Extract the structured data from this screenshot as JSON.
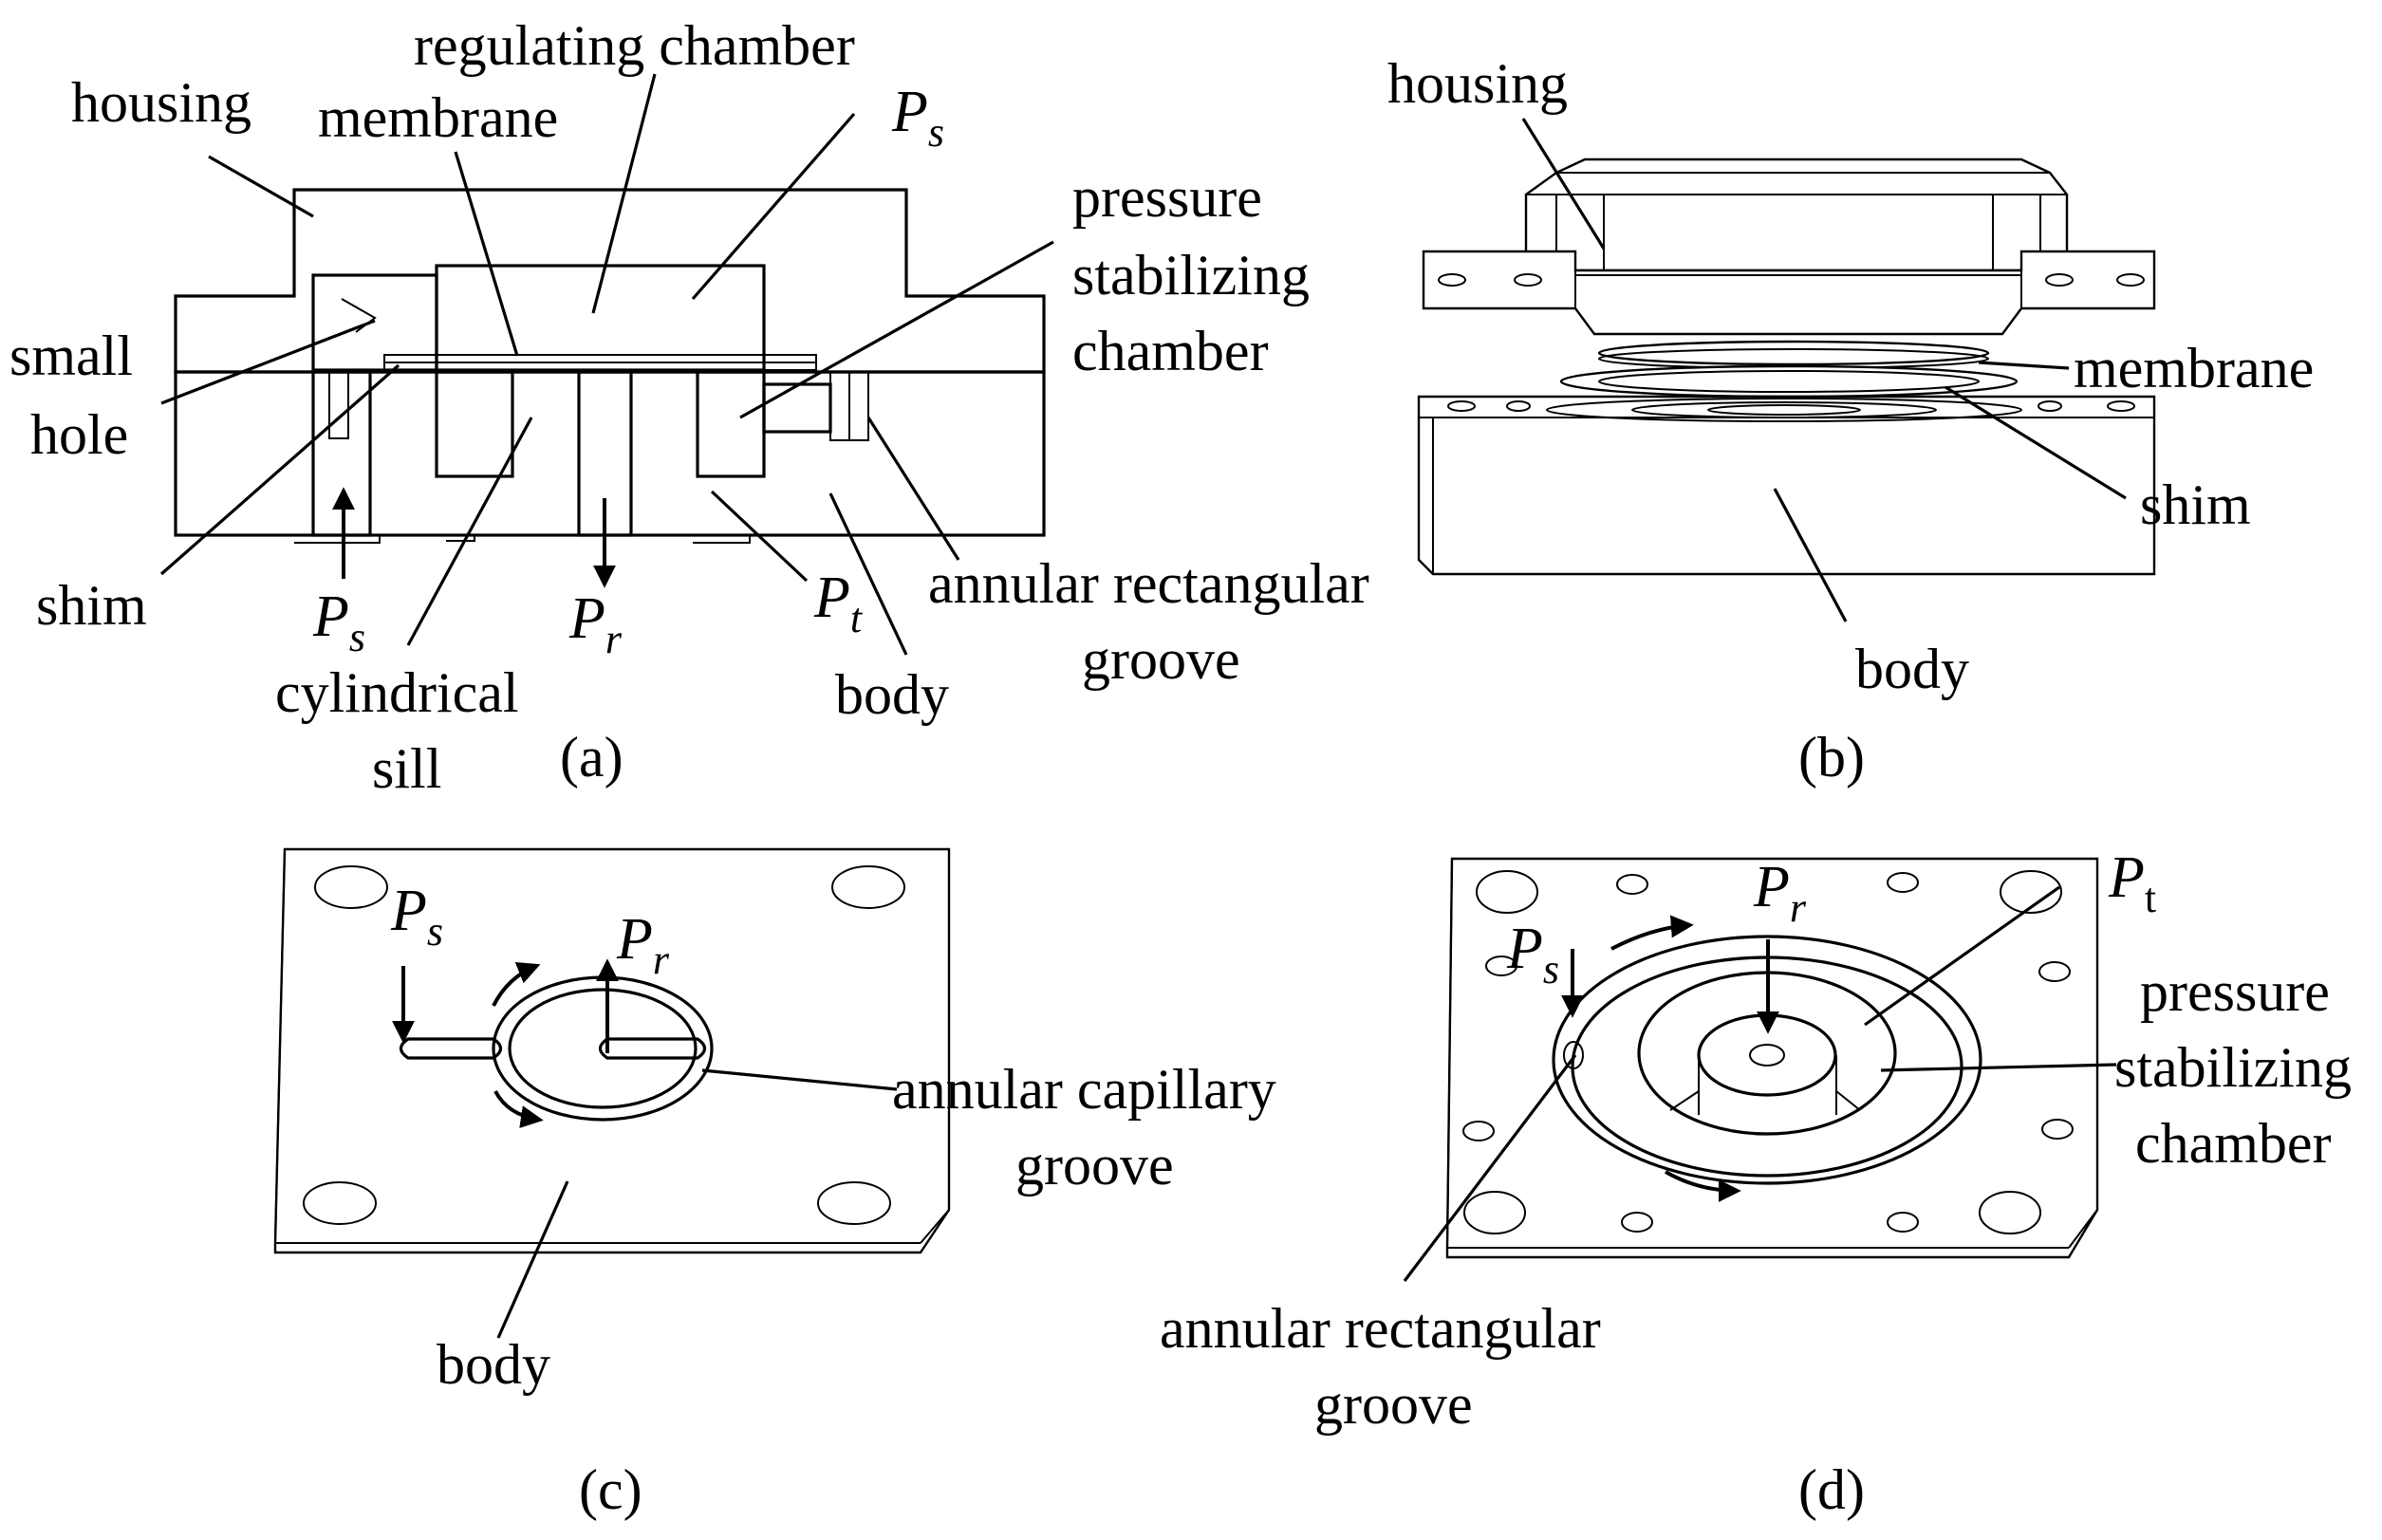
{
  "panel_a": {
    "caption": "(a)",
    "labels": {
      "housing": "housing",
      "regulating_chamber": "regulating chamber",
      "membrane": "membrane",
      "ps": "P",
      "ps_sub": "s",
      "pressure": "pressure",
      "stabilizing": "stabilizing",
      "chamber": "chamber",
      "small": "small",
      "hole": "hole",
      "shim": "shim",
      "ps_bottom": "P",
      "ps_bottom_sub": "s",
      "pr": "P",
      "pr_sub": "r",
      "pt": "P",
      "pt_sub": "t",
      "cyl1": "cylindrical",
      "cyl2": "sill",
      "body": "body",
      "annular1": "annular rectangular",
      "annular2": "groove"
    }
  },
  "panel_b": {
    "caption": "(b)",
    "labels": {
      "housing": "housing",
      "membrane": "membrane",
      "shim": "shim",
      "body": "body"
    }
  },
  "panel_c": {
    "caption": "(c)",
    "labels": {
      "ps": "P",
      "ps_sub": "s",
      "pr": "P",
      "pr_sub": "r",
      "annular1": "annular capillary",
      "annular2": "groove",
      "body": "body"
    }
  },
  "panel_d": {
    "caption": "(d)",
    "labels": {
      "pt": "P",
      "pt_sub": "t",
      "ps": "P",
      "ps_sub": "s",
      "pr": "P",
      "pr_sub": "r",
      "pressure": "pressure",
      "stabilizing": "stabilizing",
      "chamber": "chamber",
      "annular1": "annular rectangular",
      "annular2": "groove"
    }
  }
}
